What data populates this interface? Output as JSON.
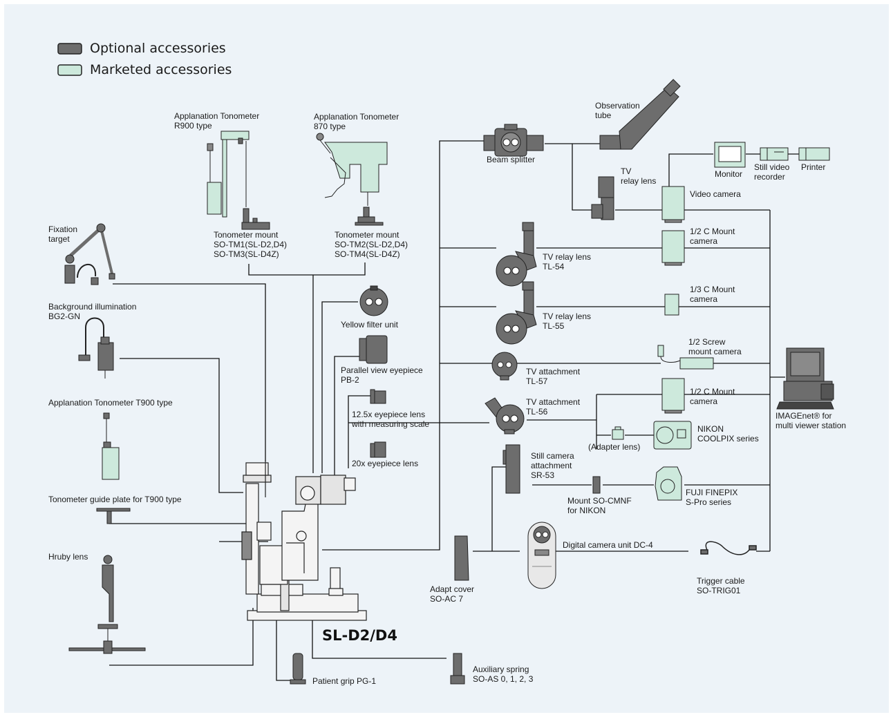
{
  "colors": {
    "background": "#edf3f8",
    "optional_fill": "#6d6d6d",
    "marketed_fill": "#cde9dc",
    "line": "#111111"
  },
  "legend": {
    "optional": "Optional accessories",
    "marketed": "Marketed accessories"
  },
  "model": "SL-D2/D4",
  "labels": {
    "tono_r900": "Applanation Tonometer\nR900 type",
    "tono_870": "Applanation Tonometer\n870 type",
    "mount1": "Tonometer mount\nSO-TM1(SL-D2,D4)\nSO-TM3(SL-D4Z)",
    "mount2": "Tonometer mount\nSO-TM2(SL-D2,D4)\nSO-TM4(SL-D4Z)",
    "fixation": "Fixation\ntarget",
    "bg_illum": "Background illumination\nBG2-GN",
    "tono_t900": "Applanation Tonometer T900 type",
    "guide_plate": "Tonometer guide plate for T900 type",
    "hruby": "Hruby lens",
    "yellow_filter": "Yellow filter unit",
    "parallel": "Parallel view eyepiece\nPB-2",
    "eyepiece125": "12.5x eyepiece lens\nwith measuring scale",
    "eyepiece20": "20x eyepiece lens",
    "patient_grip": "Patient grip PG-1",
    "aux_spring": "Auxiliary spring\nSO-AS 0, 1, 2, 3",
    "beam_splitter": "Beam splitter",
    "obs_tube": "Observation\ntube",
    "tv_relay": "TV\nrelay lens",
    "monitor": "Monitor",
    "still_video": "Still video\nrecorder",
    "printer": "Printer",
    "video_camera": "Video camera",
    "tl54": "TV relay lens\nTL-54",
    "tl55": "TV relay lens\nTL-55",
    "tl57": "TV attachment\nTL-57",
    "tl56": "TV attachment\nTL-56",
    "cmount1": "1/2 C Mount\ncamera",
    "cmount3": "1/3 C Mount\ncamera",
    "screw_mount": "1/2 Screw\nmount camera",
    "cmount2": "1/2 C Mount\ncamera",
    "adapter_lens": "(Adapter lens)",
    "nikon": "NIKON\nCOOLPIX series",
    "still_attach": "Still camera\nattachment\nSR-53",
    "mount_cmnf": "Mount SO-CMNF\nfor NIKON",
    "fuji": "FUJI FINEPIX\nS-Pro series",
    "adapt_cover": "Adapt cover\nSO-AC 7",
    "dc4": "Digital camera unit DC-4",
    "trigger": "Trigger cable\nSO-TRIG01",
    "imagenet": "IMAGEnet® for\nmulti viewer station"
  }
}
